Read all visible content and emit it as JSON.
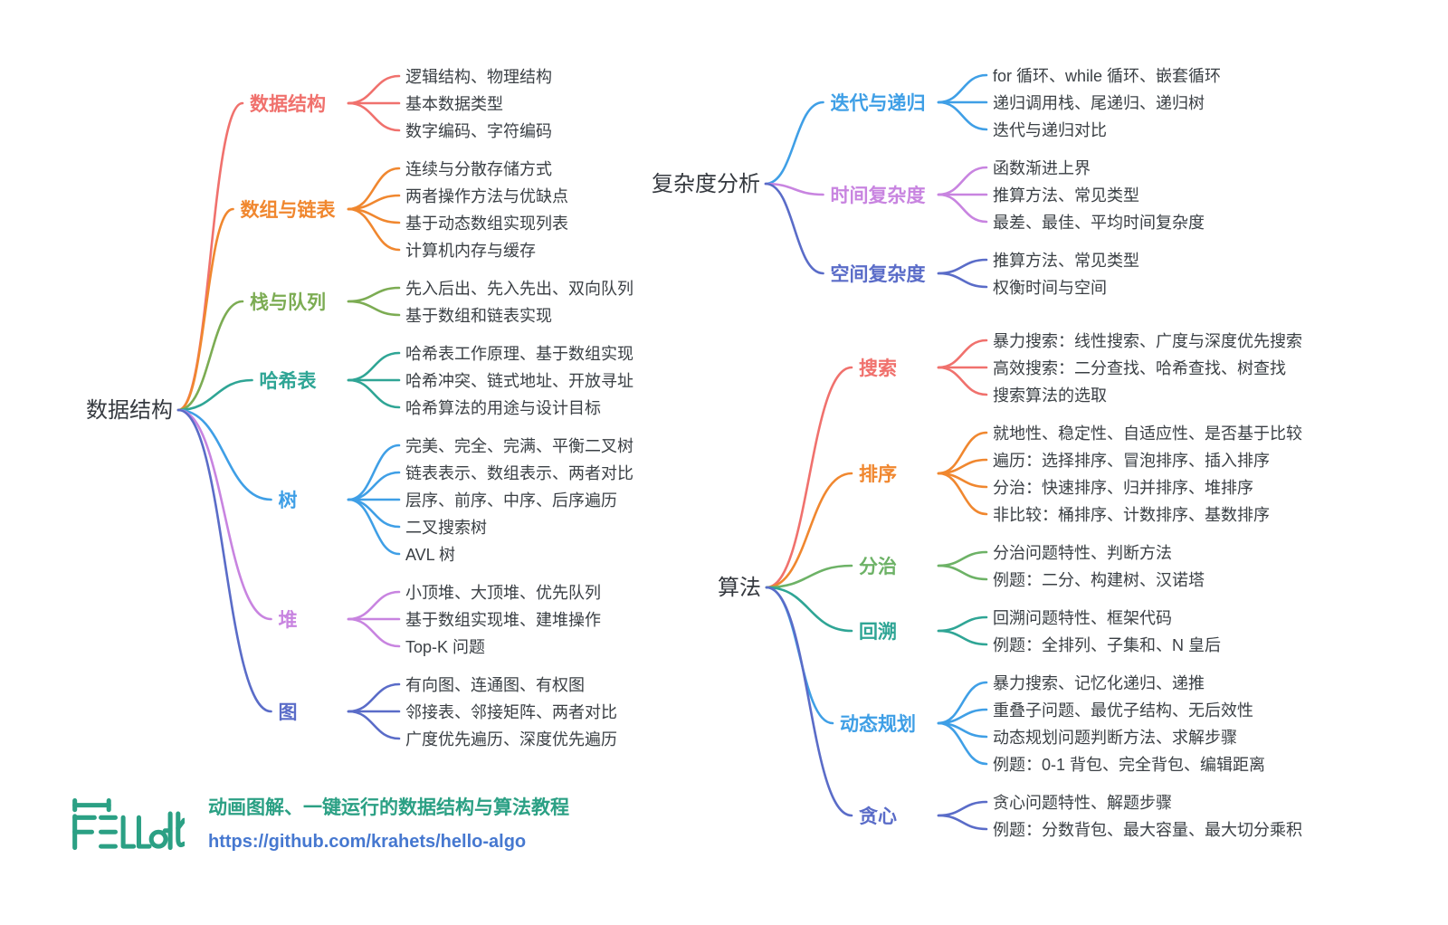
{
  "trees": [
    {
      "id": "data-structures",
      "root": "数据结构",
      "branches": [
        {
          "label": "数据结构",
          "color": "#f0716d",
          "leaves": [
            "逻辑结构、物理结构",
            "基本数据类型",
            "数字编码、字符编码"
          ]
        },
        {
          "label": "数组与链表",
          "color": "#f0872f",
          "leaves": [
            "连续与分散存储方式",
            "两者操作方法与优缺点",
            "基于动态数组实现列表",
            "计算机内存与缓存"
          ]
        },
        {
          "label": "栈与队列",
          "color": "#7cac53",
          "leaves": [
            "先入后出、先入先出、双向队列",
            "基于数组和链表实现"
          ]
        },
        {
          "label": "哈希表",
          "color": "#2fa595",
          "leaves": [
            "哈希表工作原理、基于数组实现",
            "哈希冲突、链式地址、开放寻址",
            "哈希算法的用途与设计目标"
          ]
        },
        {
          "label": "树",
          "color": "#3f9fe6",
          "leaves": [
            "完美、完全、完满、平衡二叉树",
            "链表表示、数组表示、两者对比",
            "层序、前序、中序、后序遍历",
            "二叉搜索树",
            "AVL 树"
          ]
        },
        {
          "label": "堆",
          "color": "#c884e0",
          "leaves": [
            "小顶堆、大顶堆、优先队列",
            "基于数组实现堆、建堆操作",
            "Top-K 问题"
          ]
        },
        {
          "label": "图",
          "color": "#5a6cc8",
          "leaves": [
            "有向图、连通图、有权图",
            "邻接表、邻接矩阵、两者对比",
            "广度优先遍历、深度优先遍历"
          ]
        }
      ]
    },
    {
      "id": "complexity-analysis",
      "root": "复杂度分析",
      "branches": [
        {
          "label": "迭代与递归",
          "color": "#3f9fe6",
          "leaves": [
            "for 循环、while 循环、嵌套循环",
            "递归调用栈、尾递归、递归树",
            "迭代与递归对比"
          ]
        },
        {
          "label": "时间复杂度",
          "color": "#c884e0",
          "leaves": [
            "函数渐进上界",
            "推算方法、常见类型",
            "最差、最佳、平均时间复杂度"
          ]
        },
        {
          "label": "空间复杂度",
          "color": "#5a6cc8",
          "leaves": [
            "推算方法、常见类型",
            "权衡时间与空间"
          ]
        }
      ]
    },
    {
      "id": "algorithms",
      "root": "算法",
      "branches": [
        {
          "label": "搜索",
          "color": "#f0716d",
          "leaves": [
            "暴力搜索：线性搜索、广度与深度优先搜索",
            "高效搜索：二分查找、哈希查找、树查找",
            "搜索算法的选取"
          ]
        },
        {
          "label": "排序",
          "color": "#f0872f",
          "leaves": [
            "就地性、稳定性、自适应性、是否基于比较",
            "遍历：选择排序、冒泡排序、插入排序",
            "分治：快速排序、归并排序、堆排序",
            "非比较：桶排序、计数排序、基数排序"
          ]
        },
        {
          "label": "分治",
          "color": "#6db266",
          "leaves": [
            "分治问题特性、判断方法",
            "例题：二分、构建树、汉诺塔"
          ]
        },
        {
          "label": "回溯",
          "color": "#2fa595",
          "leaves": [
            "回溯问题特性、框架代码",
            "例题：全排列、子集和、N 皇后"
          ]
        },
        {
          "label": "动态规划",
          "color": "#3f9fe6",
          "leaves": [
            "暴力搜索、记忆化递归、递推",
            "重叠子问题、最优子结构、无后效性",
            "动态规划问题判断方法、求解步骤",
            "例题：0-1 背包、完全背包、编辑距离"
          ]
        },
        {
          "label": "贪心",
          "color": "#5a6cc8",
          "leaves": [
            "贪心问题特性、解题步骤",
            "例题：分数背包、最大容量、最大切分乘积"
          ]
        }
      ]
    }
  ],
  "footer": {
    "tagline": "动画图解、一键运行的数据结构与算法教程",
    "url": "https://github.com/krahets/hello-algo",
    "tagline_color": "#2ba084",
    "url_color": "#4678d0",
    "logo_color": "#2ba084"
  }
}
